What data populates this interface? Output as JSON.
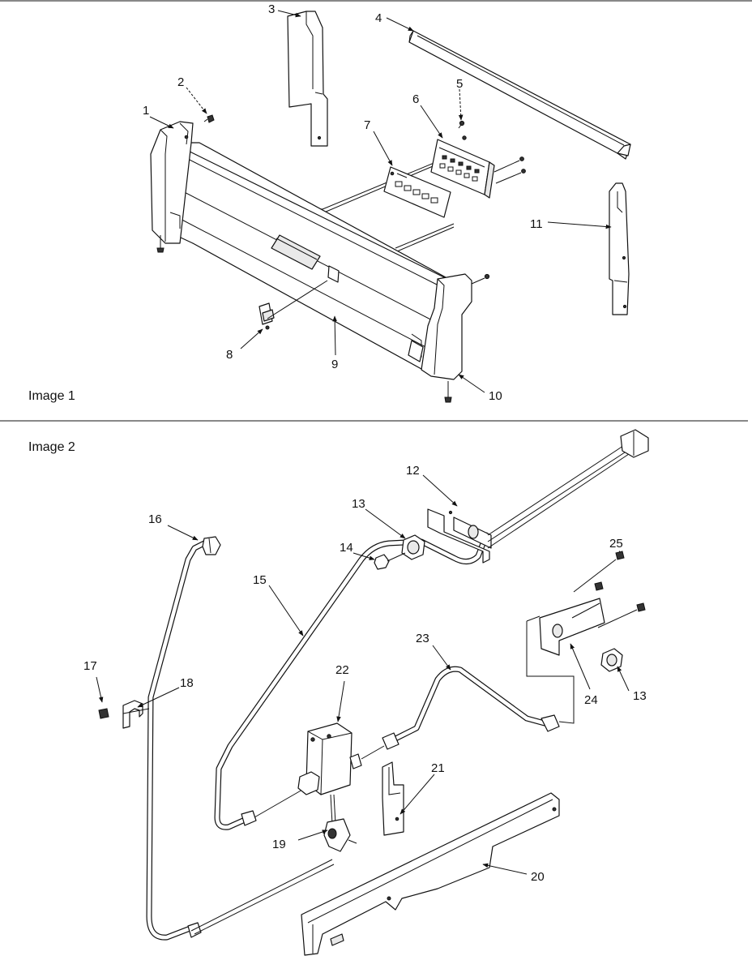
{
  "sections": [
    {
      "id": "image-1",
      "caption": "Image 1"
    },
    {
      "id": "image-2",
      "caption": "Image 2"
    }
  ],
  "callouts": [
    "1",
    "2",
    "3",
    "4",
    "5",
    "6",
    "7",
    "8",
    "9",
    "10",
    "11",
    "12",
    "13",
    "14",
    "15",
    "16",
    "17",
    "18",
    "19",
    "20",
    "21",
    "22",
    "23",
    "24",
    "25"
  ],
  "colors": {
    "line": "#111111",
    "background": "#ffffff",
    "fill_light": "#e9e9e9"
  }
}
